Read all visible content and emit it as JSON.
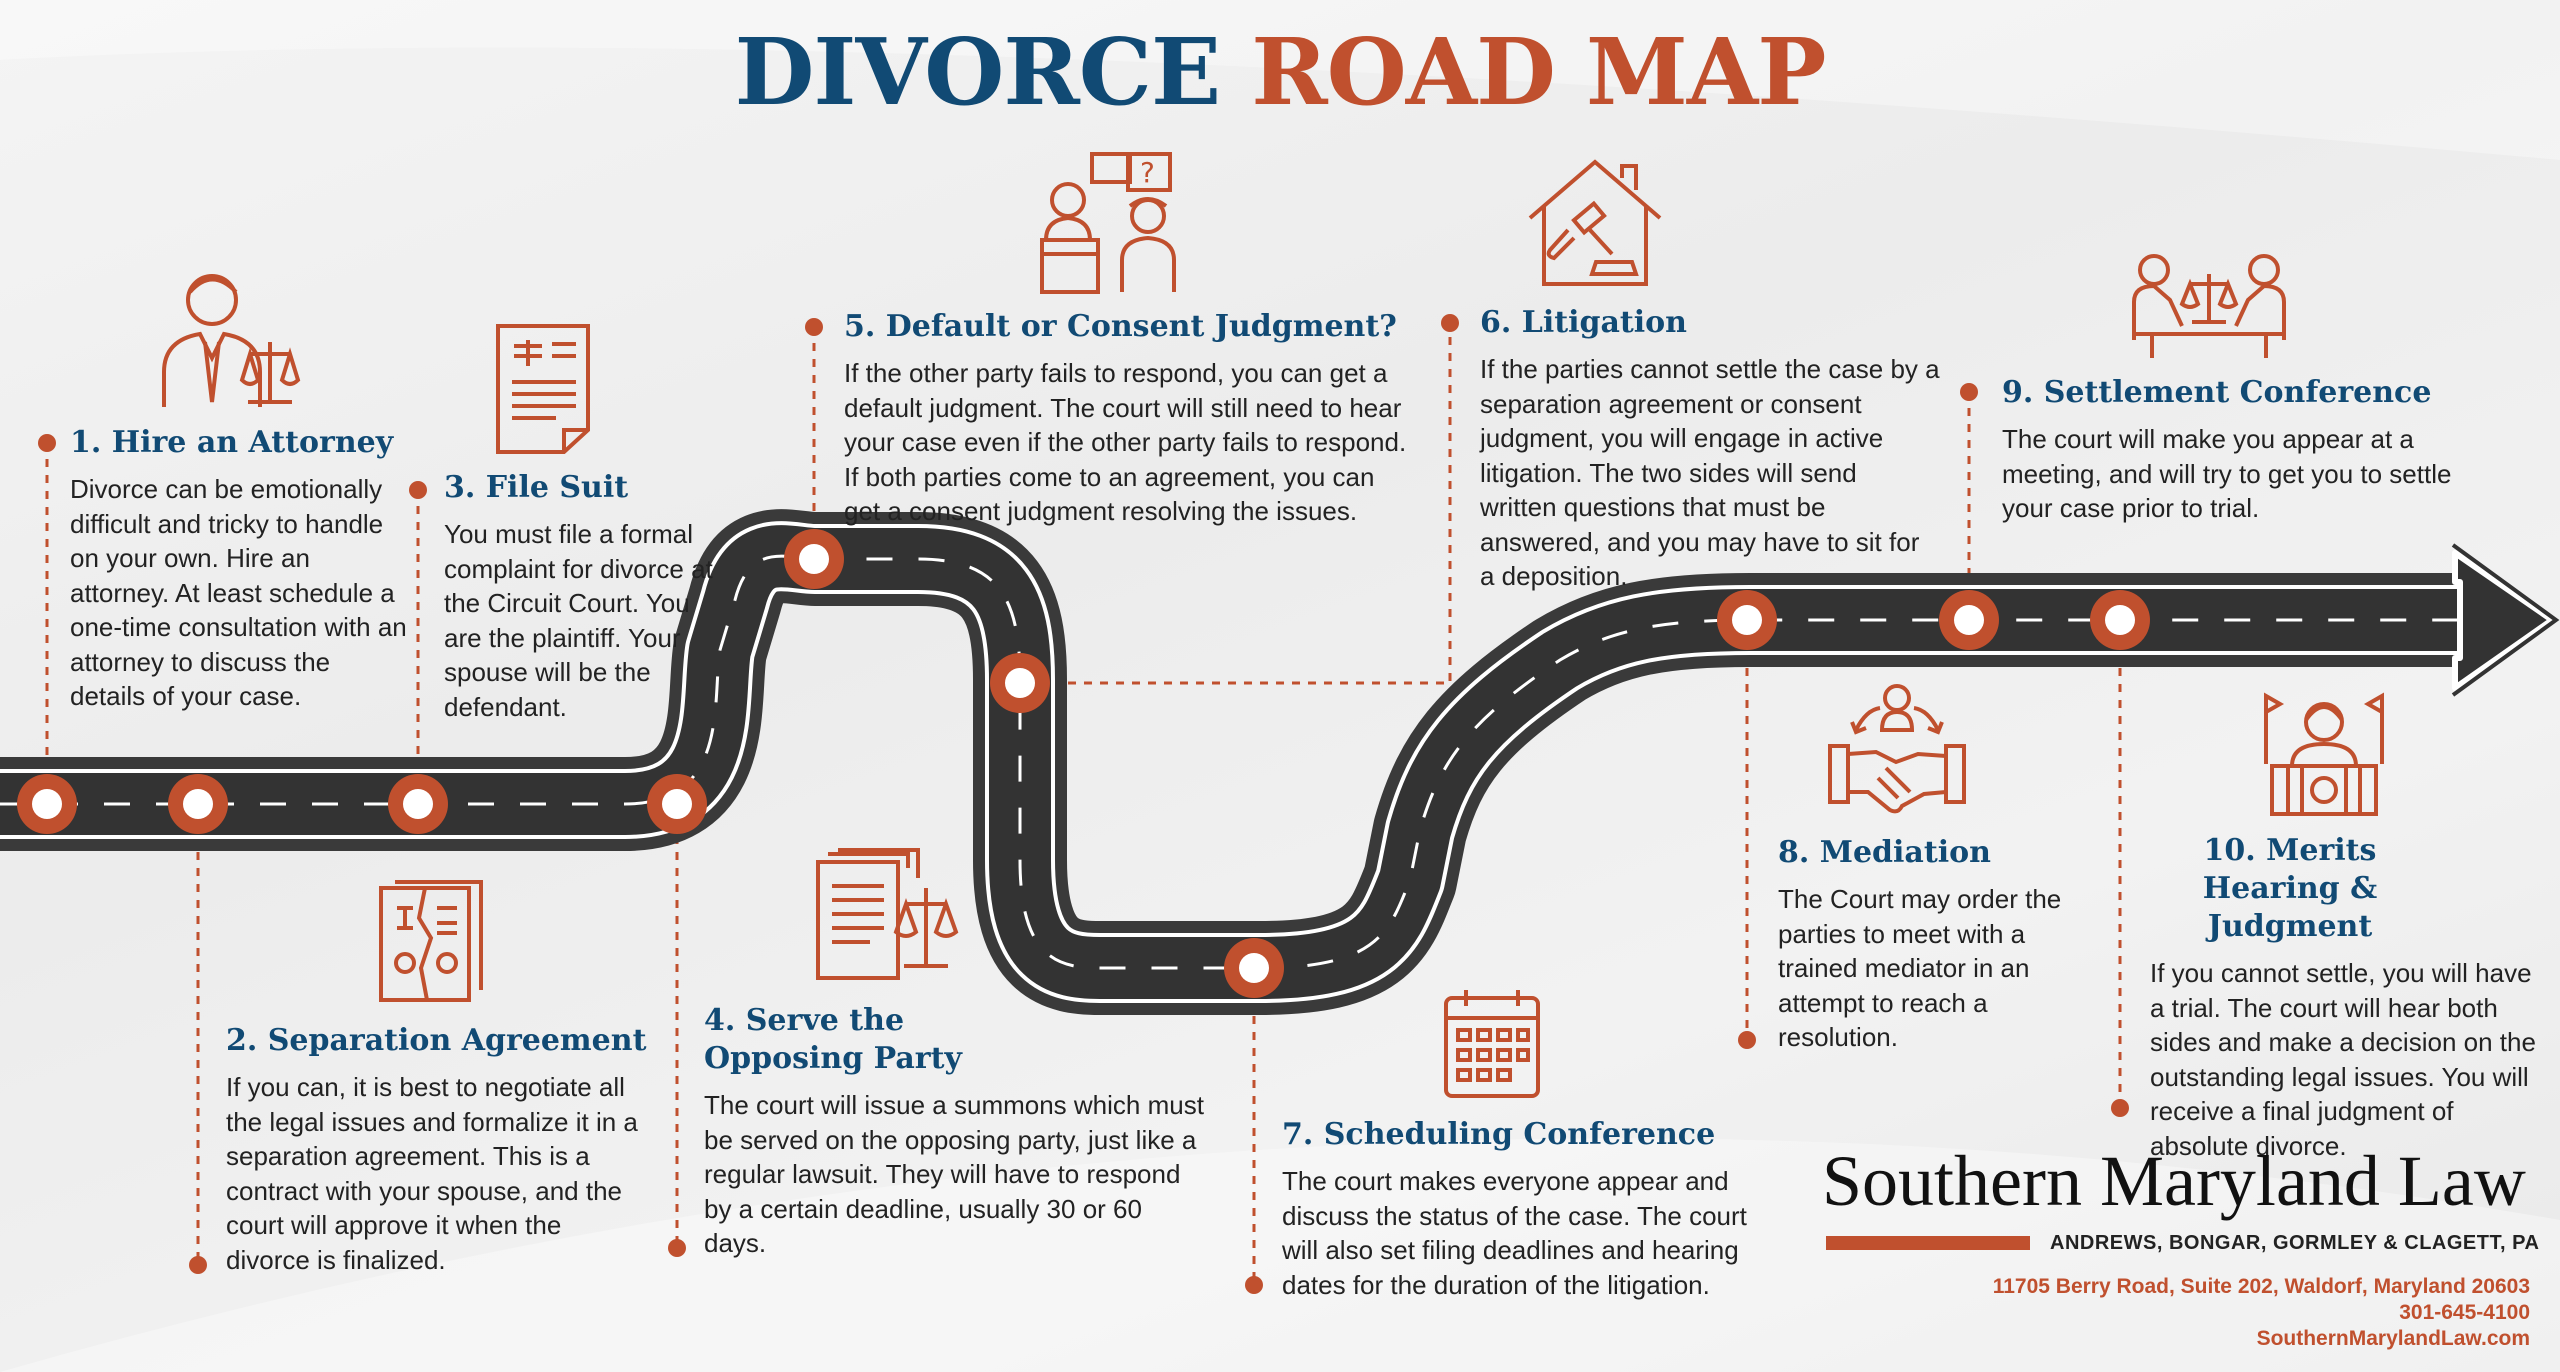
{
  "title": {
    "part1": "DIVORCE",
    "part2": "ROAD MAP"
  },
  "colors": {
    "primary": "#114a74",
    "accent": "#c0502e",
    "road": "#333333",
    "text": "#222222"
  },
  "steps": [
    {
      "heading": "1. Hire an Attorney",
      "body": "Divorce can be emotionally difficult and tricky to handle on your own. Hire an attorney. At least schedule a one-time consultation with an attorney to discuss the details of your case.",
      "icon": "attorney-icon"
    },
    {
      "heading": "2. Separation Agreement",
      "body": "If you can, it is best to negotiate all the legal issues and formalize it in a separation agreement. This is a contract with your spouse, and the court will approve it when the divorce is finalized.",
      "icon": "separation-document-icon"
    },
    {
      "heading": "3. File Suit",
      "body": "You must file a formal complaint for divorce at the Circuit Court. You are the plaintiff. Your spouse will be the defendant.",
      "icon": "legal-document-icon"
    },
    {
      "heading": "4. Serve the Opposing Party",
      "body": "The court will issue a summons which must be served on the opposing party, just like a regular lawsuit. They will have to respond by a certain deadline, usually 30 or 60 days.",
      "icon": "summons-papers-icon"
    },
    {
      "heading": "5. Default or Consent Judgment?",
      "body": "If the other party fails to respond, you can get a default judgment. The court will still need to hear your case even if the other party fails to respond. If both parties come to an agreement, you can get a consent judgment resolving the issues.",
      "icon": "judge-and-party-icon"
    },
    {
      "heading": "6. Litigation",
      "body": "If the parties cannot settle the case by a separation agreement or consent judgment, you will engage in active litigation. The two sides will send written questions that must be answered, and you may have to sit for a deposition.",
      "icon": "house-gavel-icon"
    },
    {
      "heading": "7. Scheduling Conference",
      "body": "The court makes everyone appear and discuss the status of the case. The court will also set filing deadlines and hearing dates for the duration of the litigation.",
      "icon": "calendar-icon"
    },
    {
      "heading": "8. Mediation",
      "body": "The Court may order the parties to meet with a trained mediator in an attempt to reach a resolution.",
      "icon": "handshake-mediator-icon"
    },
    {
      "heading": "9. Settlement Conference",
      "body": "The court will make you appear at a meeting, and will try to get you to settle your case prior to trial.",
      "icon": "negotiation-table-icon"
    },
    {
      "heading": "10. Merits Hearing & Judgment",
      "body": "If you cannot settle, you will have a trial. The court will hear both sides and make a decision on the outstanding legal issues. You will receive a final judgment of absolute divorce.",
      "icon": "judge-bench-icon"
    }
  ],
  "footer": {
    "brand": "Southern Maryland Law",
    "partners": "ANDREWS, BONGAR, GORMLEY & CLAGETT, PA",
    "address": "11705 Berry Road, Suite 202, Waldorf, Maryland 20603",
    "phone": "301-645-4100",
    "website": "SouthernMarylandLaw.com"
  }
}
